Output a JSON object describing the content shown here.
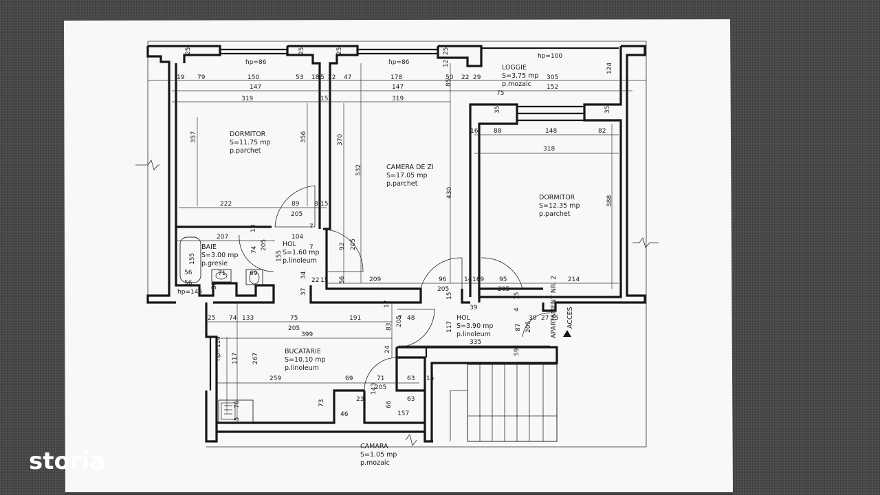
{
  "watermark": "storia",
  "rooms": {
    "dormitor_left": {
      "name": "DORMITOR",
      "area": "S=11.75 mp",
      "floor": "p.parchet"
    },
    "camera_de_zi": {
      "name": "CAMERA DE ZI",
      "area": "S=17.05 mp",
      "floor": "p.parchet"
    },
    "loggie": {
      "name": "LOGGIE",
      "area": "S=3.75 mp",
      "floor": "p.mozaic"
    },
    "dormitor_right": {
      "name": "DORMITOR",
      "area": "S=12.35 mp",
      "floor": "p.parchet"
    },
    "baie": {
      "name": "BAIE",
      "area": "S=3.00 mp",
      "floor": "p.gresie"
    },
    "hol_small": {
      "name": "HOL",
      "area": "S=1.60 mp",
      "floor": "p.linoleum"
    },
    "hol_large": {
      "name": "HOL",
      "area": "S=3.90 mp",
      "floor": "p.linoleum"
    },
    "bucatarie": {
      "name": "BUCATARIE",
      "area": "S=10.10 mp",
      "floor": "p.linoleum"
    },
    "camara": {
      "name": "CAMARA",
      "area": "S=1.05 mp",
      "floor": "p.mozaic"
    }
  },
  "access": {
    "line1": "ACCES",
    "line2": "APARTAMENT NR. 2"
  },
  "dims": {
    "hp86a": "hp=86",
    "hp86b": "hp=86",
    "hp100": "hp=100",
    "hp146": "hp=146",
    "hp114": "hp=114",
    "t25a": "25",
    "t25b": "25",
    "t25c": "25",
    "t12": "12",
    "t25d": "25",
    "r19": "19",
    "r79": "79",
    "r150": "150",
    "r53": "53",
    "r18": "18",
    "r5": "5",
    "r22a": "22",
    "r47": "47",
    "r178": "178",
    "r50": "50",
    "r22b": "22",
    "r29": "29",
    "r305": "305",
    "r124": "124",
    "r147a": "147",
    "r147b": "147",
    "r152": "152",
    "r85": "85",
    "r15a": "15",
    "r319a": "319",
    "r319b": "319",
    "r75a": "75",
    "r35a": "35",
    "r35b": "35",
    "r16": "16",
    "r88": "88",
    "r148": "148",
    "r82": "82",
    "r318": "318",
    "v357": "357",
    "v356": "356",
    "v370": "370",
    "v532": "532",
    "v430": "430",
    "v388": "388",
    "r222": "222",
    "r89": "89",
    "r8": "8",
    "r15b": "15",
    "r205a": "205",
    "r207": "207",
    "r104": "104",
    "r18b": "18",
    "r7a": "7",
    "r7b": "7",
    "v74": "74",
    "v205a": "205",
    "v92": "92",
    "v205b": "205",
    "v155a": "155",
    "v155b": "155",
    "r56a": "56",
    "r56b": "56",
    "r71": "71",
    "r69": "69",
    "r34": "34",
    "r22c": "22",
    "r15c": "15",
    "r37": "37",
    "r56c": "56",
    "r209": "209",
    "r96": "96",
    "r205b": "205",
    "r14": "14",
    "r169": "169",
    "r95": "95",
    "r205c": "205",
    "r214": "214",
    "r15d": "15",
    "r15e": "15",
    "r4": "4",
    "r30a": "30",
    "r25b": "25",
    "r74b": "74",
    "r133": "133",
    "r75b": "75",
    "r191": "191",
    "r17": "17",
    "r7c": "7",
    "r48": "48",
    "r205d": "205",
    "r399": "399",
    "r83": "83",
    "r205e": "205",
    "r24": "24",
    "r39": "39",
    "r335": "335",
    "r117a": "117",
    "r87": "87",
    "r205f": "205",
    "r30b": "30",
    "r27": "27",
    "r15f": "15",
    "v117b": "117",
    "v267": "267",
    "r259": "259",
    "r69b": "69",
    "r71b": "71",
    "r63a": "63",
    "r15g": "15",
    "r205g": "205",
    "v143": "143",
    "r23": "23",
    "r63b": "63",
    "v73": "73",
    "r46": "46",
    "v66": "66",
    "r157": "157",
    "r76": "76",
    "r15h": "15",
    "r59": "59"
  }
}
